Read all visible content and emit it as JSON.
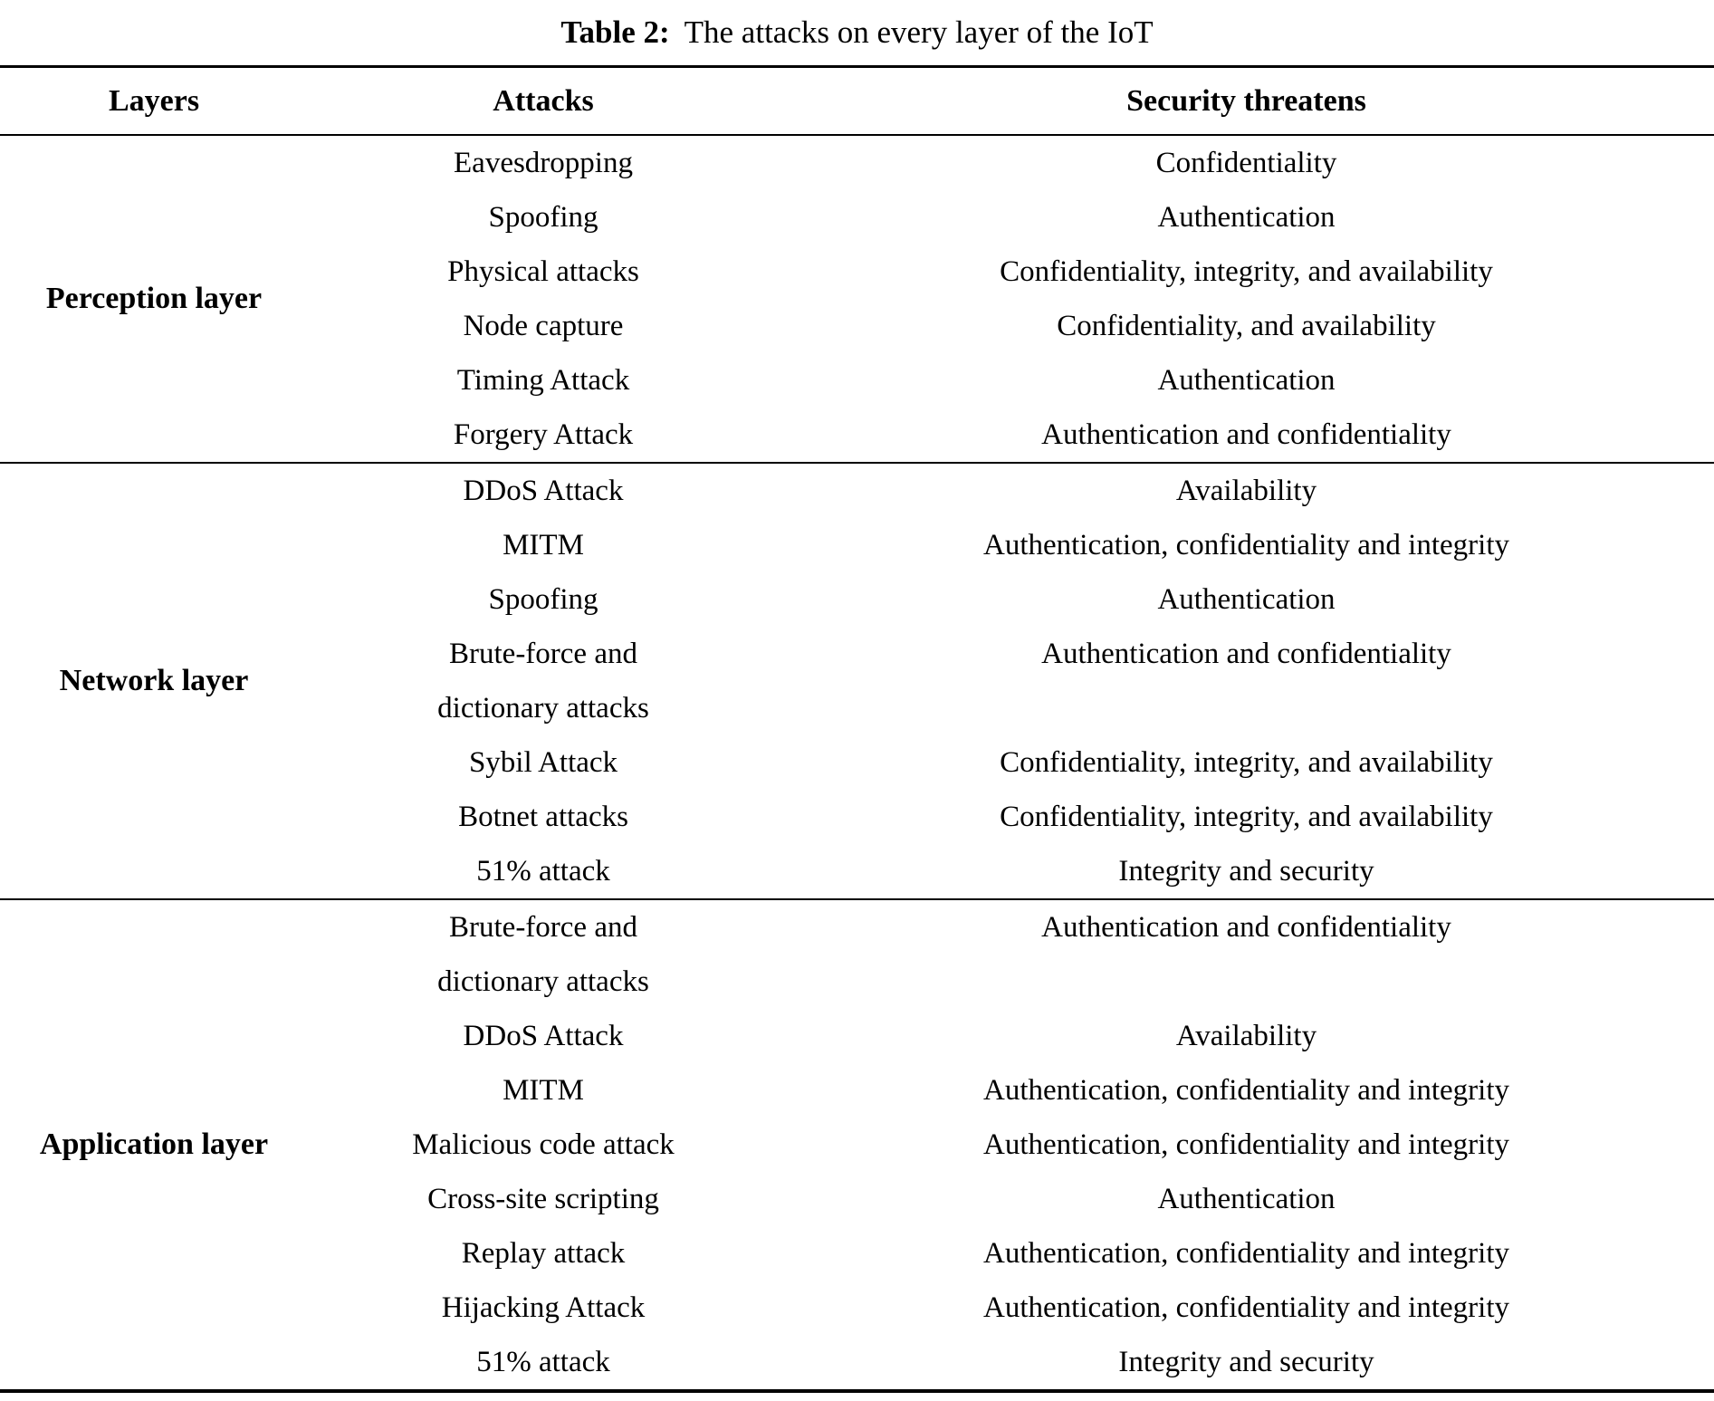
{
  "colors": {
    "text": "#000000",
    "background": "#ffffff",
    "rule": "#000000"
  },
  "caption": {
    "label": "Table 2:",
    "text": "The attacks on every layer of the IoT"
  },
  "columns": [
    "Layers",
    "Attacks",
    "Security threatens"
  ],
  "sections": [
    {
      "layer": "Perception layer",
      "rows": [
        {
          "attack": [
            "Eavesdropping"
          ],
          "threat": "Confidentiality"
        },
        {
          "attack": [
            "Spoofing"
          ],
          "threat": "Authentication"
        },
        {
          "attack": [
            "Physical attacks"
          ],
          "threat": "Confidentiality, integrity, and availability"
        },
        {
          "attack": [
            "Node capture"
          ],
          "threat": "Confidentiality, and availability"
        },
        {
          "attack": [
            "Timing Attack"
          ],
          "threat": "Authentication"
        },
        {
          "attack": [
            "Forgery Attack"
          ],
          "threat": "Authentication and confidentiality"
        }
      ]
    },
    {
      "layer": "Network layer",
      "rows": [
        {
          "attack": [
            "DDoS Attack"
          ],
          "threat": "Availability"
        },
        {
          "attack": [
            "MITM"
          ],
          "threat": "Authentication, confidentiality and integrity"
        },
        {
          "attack": [
            "Spoofing"
          ],
          "threat": "Authentication"
        },
        {
          "attack": [
            "Brute-force and",
            "dictionary attacks"
          ],
          "threat": "Authentication and confidentiality"
        },
        {
          "attack": [
            "Sybil Attack"
          ],
          "threat": "Confidentiality, integrity, and availability"
        },
        {
          "attack": [
            "Botnet attacks"
          ],
          "threat": "Confidentiality, integrity, and availability"
        },
        {
          "attack": [
            "51% attack"
          ],
          "threat": "Integrity and security"
        }
      ]
    },
    {
      "layer": "Application layer",
      "rows": [
        {
          "attack": [
            "Brute-force and",
            "dictionary attacks"
          ],
          "threat": "Authentication and confidentiality"
        },
        {
          "attack": [
            "DDoS Attack"
          ],
          "threat": "Availability"
        },
        {
          "attack": [
            "MITM"
          ],
          "threat": "Authentication, confidentiality and integrity"
        },
        {
          "attack": [
            "Malicious code attack"
          ],
          "threat": "Authentication, confidentiality and integrity"
        },
        {
          "attack": [
            "Cross-site scripting"
          ],
          "threat": "Authentication"
        },
        {
          "attack": [
            "Replay attack"
          ],
          "threat": "Authentication, confidentiality and integrity"
        },
        {
          "attack": [
            "Hijacking Attack"
          ],
          "threat": "Authentication, confidentiality and integrity"
        },
        {
          "attack": [
            "51% attack"
          ],
          "threat": "Integrity and security"
        }
      ]
    }
  ]
}
